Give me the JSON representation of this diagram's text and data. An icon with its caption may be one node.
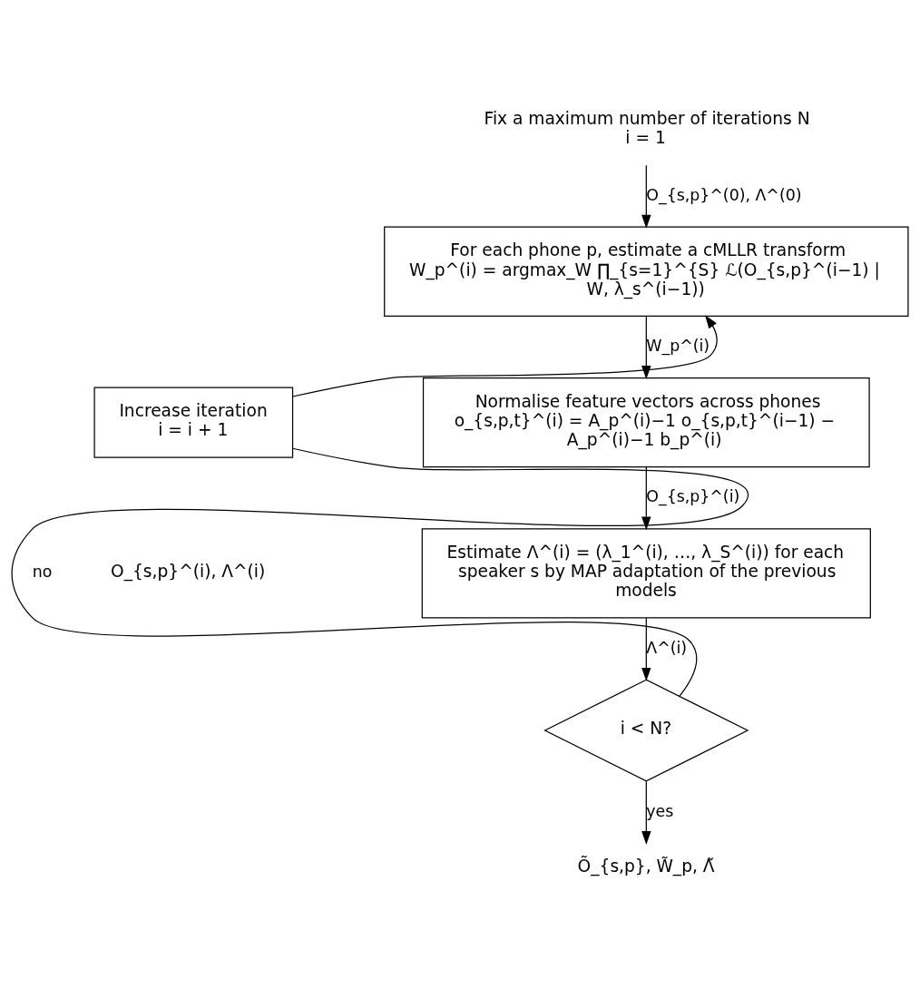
{
  "diagram": {
    "nodes": [
      {
        "text": [
          "Fix a maximum number of iterations N",
          "i = 1"
        ]
      },
      {
        "text": [
          "For each phone p, estimate a cMLLR transform",
          "W_p^(i) = argmax_W ∏_{s=1}^{S} ℒ(O_{s,p}^(i−1) | W, λ_s^(i−1))"
        ]
      },
      {
        "text": [
          "Normalise feature vectors across phones",
          "o_{s,p,t}^(i) = A_p^(i)−1 o_{s,p,t}^(i−1) − A_p^(i)−1 b_p^(i)"
        ]
      },
      {
        "text": [
          "Estimate Λ^(i) = (λ_1^(i), …, λ_S^(i)) for each speaker s by MAP adaptation of the previous models"
        ]
      },
      {
        "text": [
          "i < N?"
        ]
      },
      {
        "text": [
          "Õ_{s,p}, W̃_p, Λ̃"
        ]
      },
      {
        "text": [
          "Increase iteration",
          "i = i + 1"
        ]
      }
    ],
    "edges": [
      {
        "from": 0,
        "to": 1,
        "arrow": "to",
        "label": "O_{s,p}^(0), Λ^(0)"
      },
      {
        "from": 1,
        "to": 2,
        "arrow": "to",
        "label": "W_p^(i)"
      },
      {
        "from": 2,
        "to": 3,
        "arrow": "to",
        "label": "O_{s,p}^(i)"
      },
      {
        "from": 3,
        "to": 4,
        "arrow": "to",
        "label": "Λ^(i)"
      },
      {
        "from": 4,
        "to": 5,
        "arrow": "to",
        "label": "yes"
      },
      {
        "from": 4,
        "to": 6,
        "arrow": "none",
        "label": "no"
      },
      {
        "from": 6,
        "to": 1,
        "arrow": "to"
      }
    ],
    "labels": [
      "O_{s,p}^(i), Λ^(i)"
    ]
  }
}
